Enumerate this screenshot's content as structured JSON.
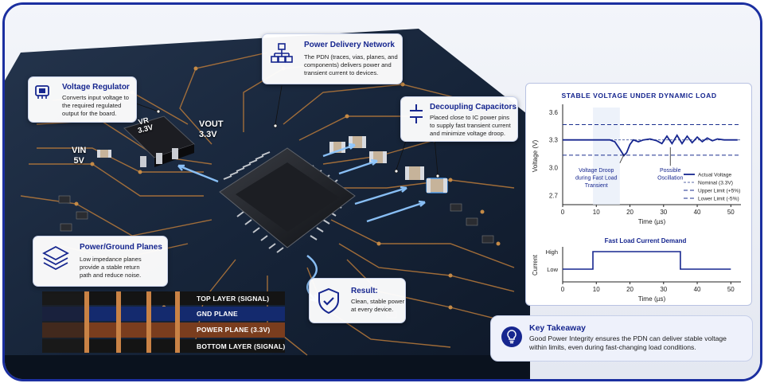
{
  "colors": {
    "frame": "#1b2fa0",
    "title_blue": "#16268f",
    "pcb": "#17253a",
    "trace": "#b97a3a",
    "accent_blue": "#4aa3ff"
  },
  "board_labels": {
    "vr_chip": "VR\n3.3V",
    "vr_line1": "VR",
    "vr_line2": "3.3V",
    "vout_line1": "VOUT",
    "vout_line2": "3.3V",
    "vin_line1": "VIN",
    "vin_line2": "5V"
  },
  "cards": {
    "voltage_regulator": {
      "title": "Voltage Regulator",
      "icon": "chip-icon",
      "lines": [
        "Converts input voltage to",
        "the required regulated",
        "output for the board."
      ]
    },
    "pdn": {
      "title": "Power Delivery Network",
      "icon": "network-icon",
      "lines": [
        "The PDN (traces, vias, planes, and",
        "components) delivers power and",
        "transient current to devices."
      ]
    },
    "decoupling": {
      "title": "Decoupling Capacitors",
      "icon": "capacitor-icon",
      "lines": [
        "Placed close to IC power pins",
        "to supply fast transient current",
        "and minimize voltage droop."
      ]
    },
    "planes": {
      "title": "Power/Ground Planes",
      "icon": "layers-icon",
      "lines": [
        "Low impedance planes",
        "provide a stable return",
        "path and reduce noise."
      ]
    },
    "result": {
      "title": "Result:",
      "icon": "shield-check-icon",
      "lines": [
        "Clean, stable power",
        "at every device."
      ]
    }
  },
  "stackup": {
    "layers": [
      "TOP LAYER (SIGNAL)",
      "GND PLANE",
      "POWER PLANE (3.3V)",
      "BOTTOM LAYER (SIGNAL)"
    ]
  },
  "chart_data": [
    {
      "type": "line",
      "title": "STABLE VOLTAGE UNDER DYNAMIC LOAD",
      "xlabel": "Time (µs)",
      "ylabel": "Voltage (V)",
      "xlim": [
        0,
        53
      ],
      "ylim": [
        2.6,
        3.65
      ],
      "xticks": [
        "0",
        "10",
        "20",
        "30",
        "40",
        "50"
      ],
      "yticks": [
        "2.7",
        "3.0",
        "3.3",
        "3.6"
      ],
      "nominal": 3.3,
      "upper_limit": 3.465,
      "lower_limit": 3.135,
      "series": [
        {
          "name": "Actual Voltage",
          "x": [
            0,
            5,
            10,
            14,
            15.5,
            17,
            18.2,
            19,
            20,
            21,
            22.5,
            24,
            26,
            28,
            29.5,
            31,
            32.5,
            34,
            35.5,
            37,
            38.5,
            40,
            41.5,
            43,
            44.5,
            46,
            48,
            50,
            52
          ],
          "values": [
            3.3,
            3.3,
            3.3,
            3.3,
            3.28,
            3.2,
            3.13,
            3.16,
            3.25,
            3.3,
            3.28,
            3.3,
            3.31,
            3.29,
            3.26,
            3.34,
            3.26,
            3.35,
            3.26,
            3.34,
            3.27,
            3.33,
            3.28,
            3.32,
            3.29,
            3.31,
            3.3,
            3.3,
            3.3
          ]
        }
      ],
      "legend": [
        "Actual Voltage",
        "Nominal (3.3V)",
        "Upper Limit (+5%)",
        "Lower Limit (-5%)"
      ],
      "legend_position": "bottom-right",
      "annotations": [
        {
          "text": "Voltage Droop\nduring Fast Load\nTransient",
          "lines": [
            "Voltage Droop",
            "during Fast Load",
            "Transient"
          ]
        },
        {
          "text": "Possible\nOscillation",
          "lines": [
            "Possible",
            "Oscillation"
          ]
        }
      ]
    },
    {
      "type": "line",
      "title": "Fast Load Current Demand",
      "xlabel": "Time (µs)",
      "ylabel": "Current",
      "xlim": [
        0,
        53
      ],
      "xticks": [
        "0",
        "10",
        "20",
        "30",
        "40",
        "50"
      ],
      "yticks": [
        "Low",
        "High"
      ],
      "series": [
        {
          "name": "Current",
          "x": [
            0,
            9,
            9,
            35,
            35,
            50
          ],
          "values": [
            0,
            0,
            1,
            1,
            0,
            0
          ]
        }
      ]
    }
  ],
  "takeaway": {
    "icon": "lightbulb-icon",
    "title": "Key Takeaway",
    "lines": [
      "Good Power Integrity ensures the PDN can deliver stable voltage",
      "within limits, even during fast-changing load conditions."
    ]
  }
}
